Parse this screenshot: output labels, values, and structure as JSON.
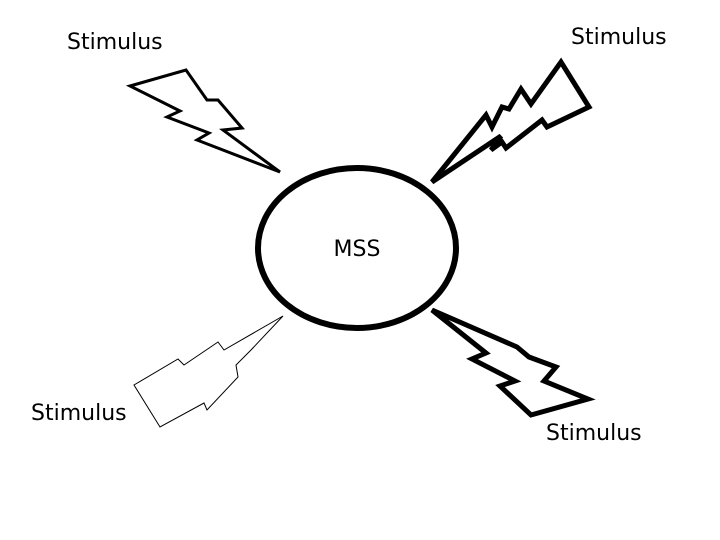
{
  "diagram": {
    "center_label": "MSS",
    "stimuli": [
      {
        "label": "Stimulus"
      },
      {
        "label": "Stimulus"
      },
      {
        "label": "Stimulus"
      },
      {
        "label": "Stimulus"
      }
    ]
  },
  "colors": {
    "stroke": "#000000",
    "background": "#ffffff"
  }
}
